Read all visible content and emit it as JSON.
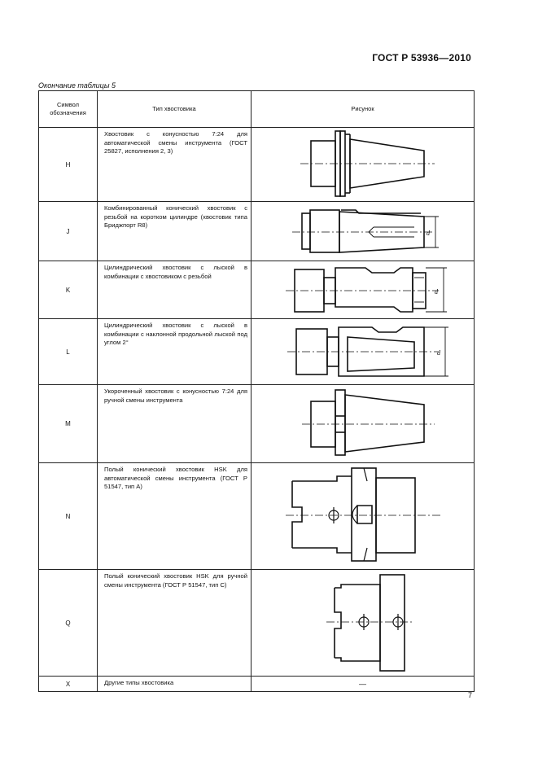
{
  "header": {
    "doc_id": "ГОСТ Р 53936—2010"
  },
  "caption": "Окончание таблицы 5",
  "table": {
    "columns": [
      "Символ обозначения",
      "Тип хвостовика",
      "Рисунок"
    ],
    "rows": [
      {
        "symbol": "H",
        "description": "Хвостовик с конусностью 7:24 для автоматической смены инструмента (ГОСТ 25827, исполнения 2, 3)",
        "figure": "taper-7-24-auto-figure"
      },
      {
        "symbol": "J",
        "description": "Комбинированный конический хвостовик с резьбой на коротком цилиндре (хвостовик типа Бриджпорт R8)",
        "figure": "bridgeport-r8-figure"
      },
      {
        "symbol": "K",
        "description": "Цилиндрический хвостовик с лыской в комбинации с хвостовиком с резьбой",
        "figure": "cylindrical-flat-thread-figure"
      },
      {
        "symbol": "L",
        "description": "Цилиндрический хвостовик с лыской в комбинации с наклонной продольной лыской под углом 2°",
        "figure": "cylindrical-inclined-flat-figure"
      },
      {
        "symbol": "M",
        "description": "Укороченный хвостовик с конусностью 7:24 для ручной смены инструмента",
        "figure": "short-taper-manual-figure"
      },
      {
        "symbol": "N",
        "description": "Полый конический хвостовик HSK для автоматической смены инструмента (ГОСТ Р 51547, тип А)",
        "figure": "hsk-type-a-figure"
      },
      {
        "symbol": "Q",
        "description": "Полый конический хвостовик HSK для ручной смены инструмента (ГОСТ Р 51547, тип С)",
        "figure": "hsk-type-c-figure"
      },
      {
        "symbol": "X",
        "description": "Другие типы хвостовика",
        "figure_text": "—"
      }
    ],
    "dim_label": "d"
  },
  "footer": {
    "page_number": "7"
  }
}
